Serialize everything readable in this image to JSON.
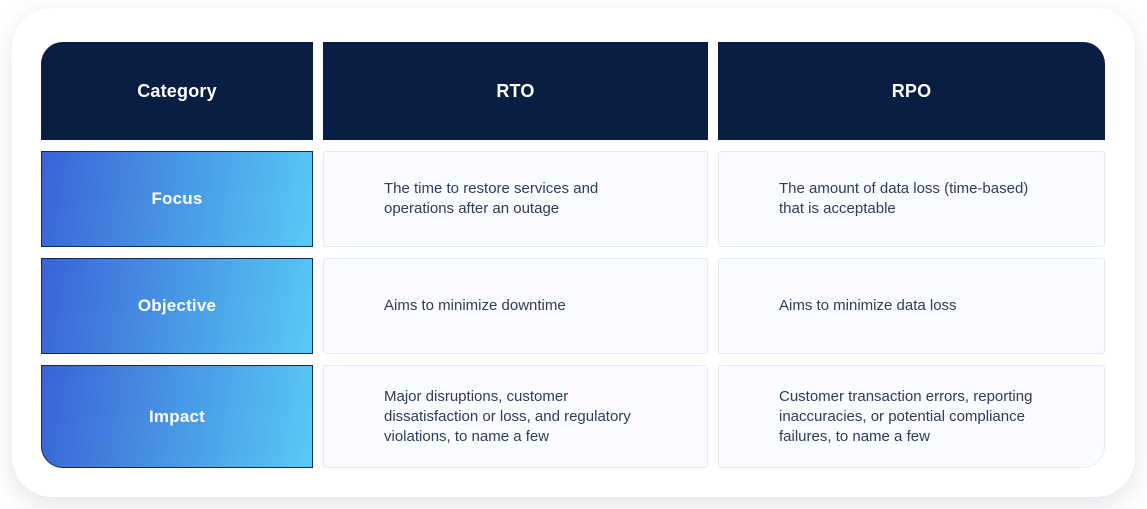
{
  "table": {
    "headers": [
      {
        "label": "Category"
      },
      {
        "label": "RTO"
      },
      {
        "label": "RPO"
      }
    ],
    "rows": [
      {
        "category": "Focus",
        "rto": "The time to restore services and operations after an outage",
        "rpo": "The amount of data loss (time-based) that is acceptable"
      },
      {
        "category": "Objective",
        "rto": "Aims to minimize downtime",
        "rpo": "Aims to minimize data loss"
      },
      {
        "category": "Impact",
        "rto": "Major disruptions, customer dissatisfaction or loss, and regulatory violations, to name a few",
        "rpo": "Customer transaction errors, reporting inaccuracies, or potential compliance failures, to name a few"
      }
    ]
  },
  "theme": {
    "header_bg": "#0a1d42",
    "header_text": "#ffffff",
    "label_gradient_start": "#3a63d7",
    "label_gradient_end": "#56cbf4",
    "label_border": "#13294f",
    "cell_bg": "#f9fbfe",
    "cell_border": "#e4eaf3",
    "cell_text": "#2e3c58",
    "card_bg": "#ffffff",
    "page_bg": "#ffffff"
  }
}
